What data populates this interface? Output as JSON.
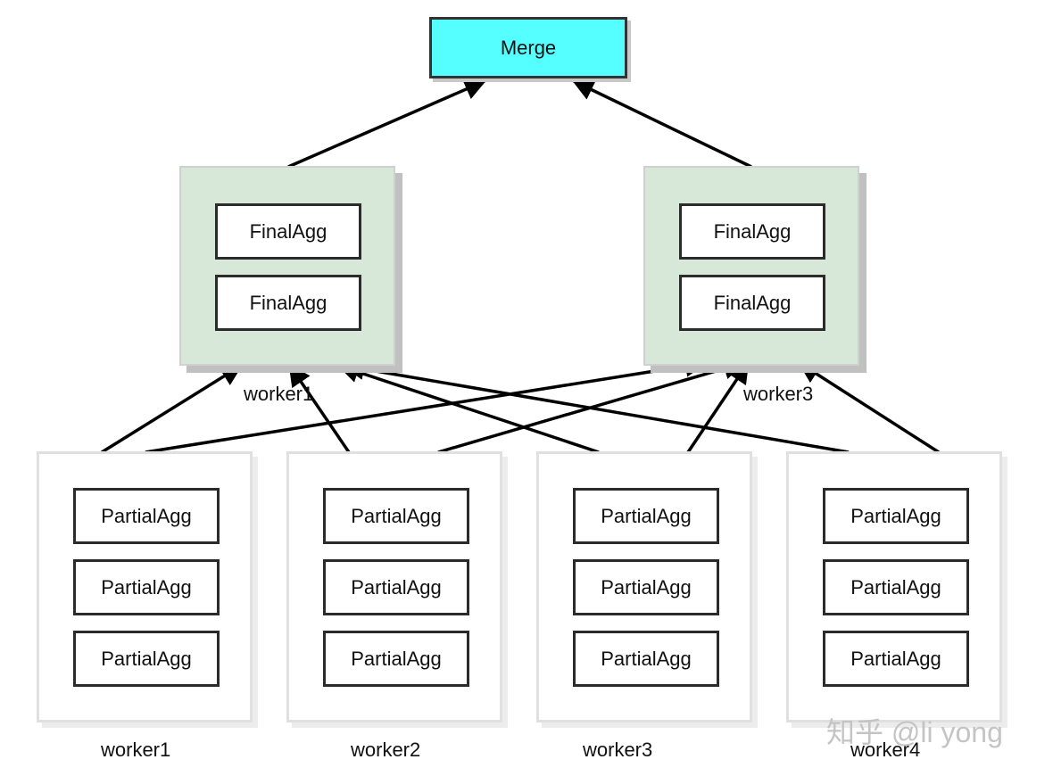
{
  "merge": {
    "label": "Merge"
  },
  "final_groups": [
    {
      "items": [
        "FinalAgg",
        "FinalAgg"
      ],
      "worker_label": "worker1"
    },
    {
      "items": [
        "FinalAgg",
        "FinalAgg"
      ],
      "worker_label": "worker3"
    }
  ],
  "partial_groups": [
    {
      "items": [
        "PartialAgg",
        "PartialAgg",
        "PartialAgg"
      ],
      "worker_label": "worker1"
    },
    {
      "items": [
        "PartialAgg",
        "PartialAgg",
        "PartialAgg"
      ],
      "worker_label": "worker2"
    },
    {
      "items": [
        "PartialAgg",
        "PartialAgg",
        "PartialAgg"
      ],
      "worker_label": "worker3"
    },
    {
      "items": [
        "PartialAgg",
        "PartialAgg",
        "PartialAgg"
      ],
      "worker_label": "worker4"
    }
  ],
  "watermark": "知乎 @li yong"
}
